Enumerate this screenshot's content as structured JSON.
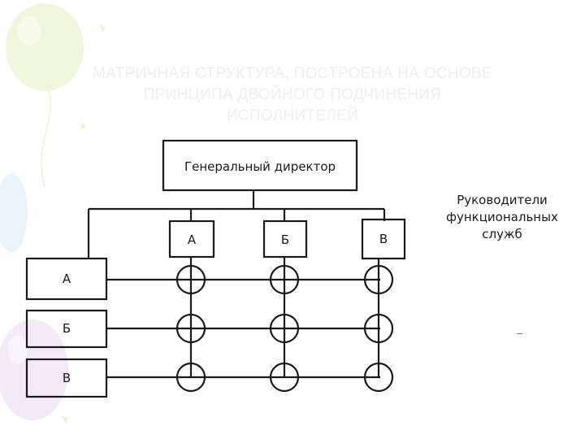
{
  "title": {
    "lines": [
      "МАТРИЧНАЯ СТРУКТУРА, ПОСТРОЕНА НА ОСНОВЕ",
      "ПРИНЦИПА ДВОЙНОГО ПОДЧИНЕНИЯ",
      "ИСПОЛНИТЕЛЕЙ"
    ]
  },
  "diagram": {
    "top_box": "Генеральный директор",
    "column_boxes": [
      "А",
      "Б",
      "В"
    ],
    "row_boxes": [
      "А",
      "Б",
      "В"
    ],
    "side_label": [
      "Руководители",
      "функциональных",
      "служб"
    ]
  },
  "colors": {
    "line": "#1a1a1a",
    "title": "#efefef",
    "decor_balloon": "#e8f3c8",
    "decor_lilac": "#efe3f5",
    "decor_blue": "#dceef8"
  }
}
